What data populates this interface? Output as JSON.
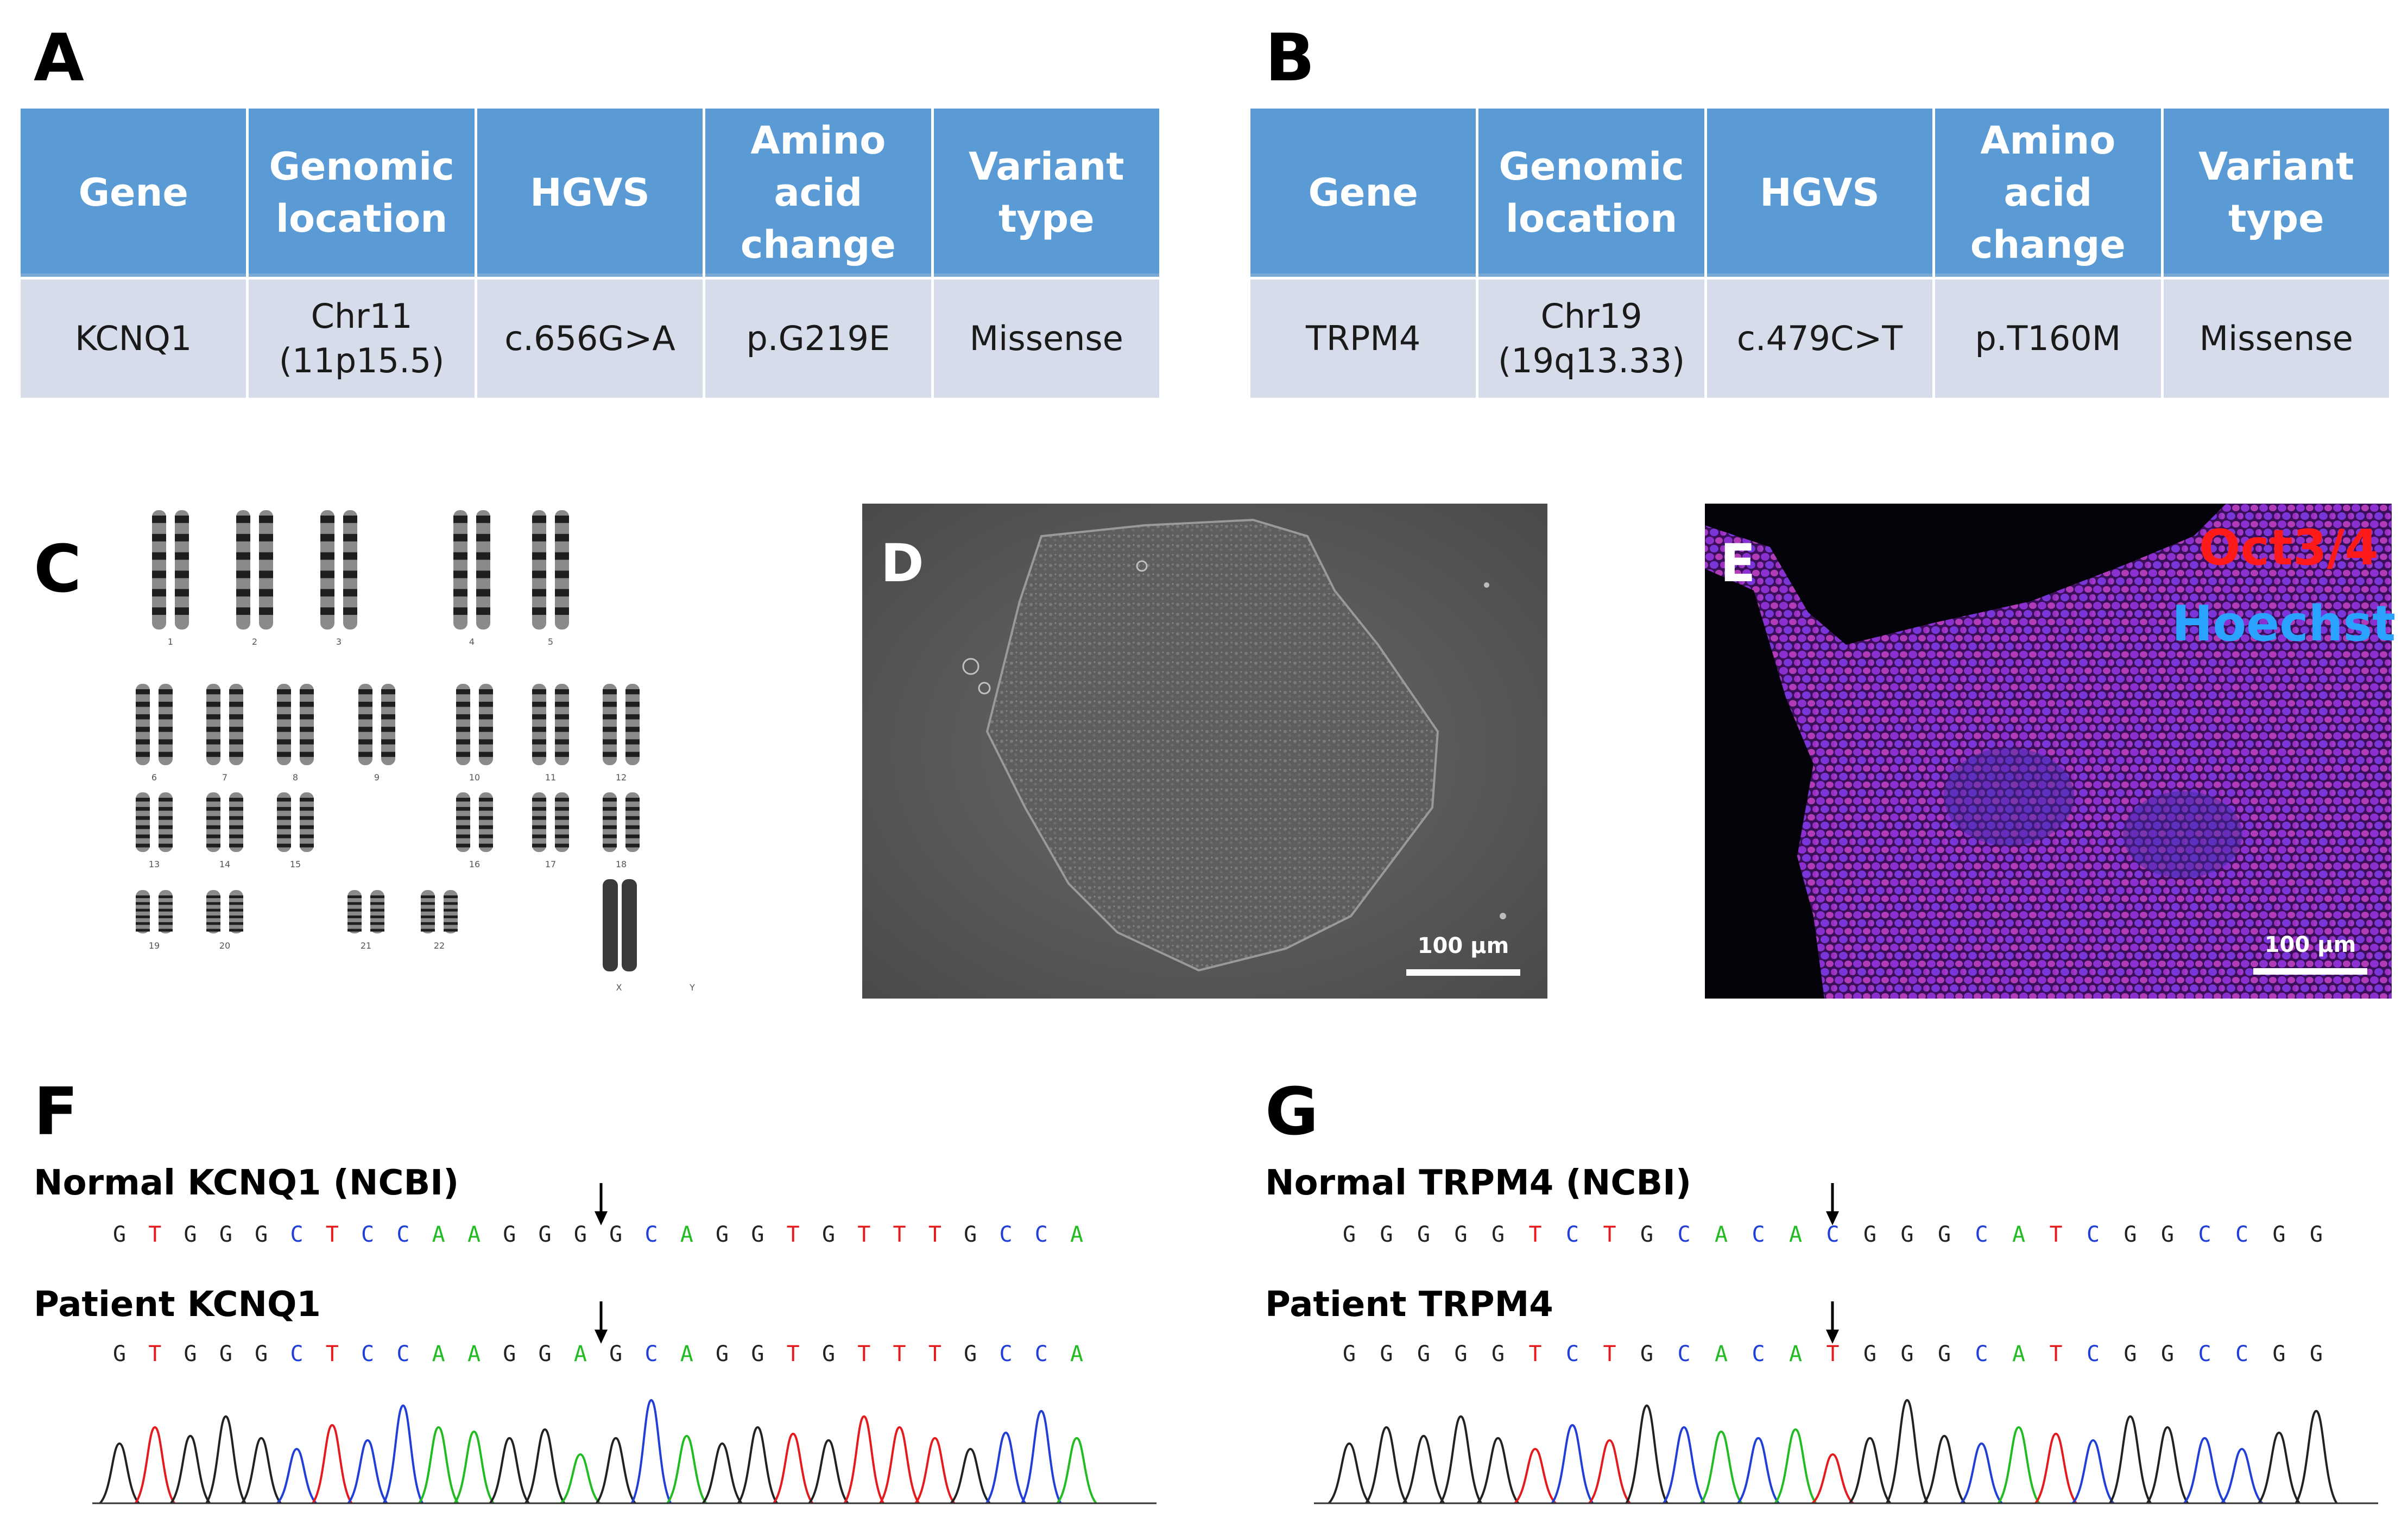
{
  "panels": {
    "A": "A",
    "B": "B",
    "C": "C",
    "D": "D",
    "E": "E",
    "F": "F",
    "G": "G"
  },
  "table_headers": [
    "Gene",
    "Genomic\nlocation",
    "HGVS",
    "Amino\nacid\nchange",
    "Variant\ntype"
  ],
  "table_A": {
    "gene": "KCNQ1",
    "location": "Chr11\n(11p15.5)",
    "hgvs": "c.656G>A",
    "aa": "p.G219E",
    "type": "Missense"
  },
  "table_B": {
    "gene": "TRPM4",
    "location": "Chr19\n(19q13.33)",
    "hgvs": "c.479C>T",
    "aa": "p.T160M",
    "type": "Missense"
  },
  "panel_D": {
    "scale_label": "100 µm"
  },
  "panel_E": {
    "stain1": "Oct3/4",
    "stain2": "Hoechst",
    "scale_label": "100 µm",
    "stain1_color": "#ff1a1a",
    "stain2_color": "#29a3ff"
  },
  "karyotype_labels": [
    "1",
    "2",
    "3",
    "4",
    "5",
    "6",
    "7",
    "8",
    "9",
    "10",
    "11",
    "12",
    "13",
    "14",
    "15",
    "16",
    "17",
    "18",
    "19",
    "20",
    "21",
    "22",
    "X",
    "Y"
  ],
  "base_colors": {
    "G": "#222222",
    "T": "#e41a1c",
    "C": "#1f3fd6",
    "A": "#22bb22"
  },
  "panel_F": {
    "normal_label": "Normal KCNQ1 (NCBI)",
    "patient_label": "Patient KCNQ1",
    "normal_seq": "GTGGGCTCCAAGGGGCAGGTGTTTGCCA",
    "patient_seq": "GTGGGCTCCAAGGAGCAGGTGTTTGCCA",
    "variant_index": 13
  },
  "panel_G": {
    "normal_label": "Normal TRPM4 (NCBI)",
    "patient_label": "Patient TRPM4",
    "normal_seq": "GGGGGTCTGCACACGGGCATCGGCCGG",
    "patient_seq": "GGGGGTCTGCACATGGGCATCGGCCGG",
    "variant_index": 13
  }
}
